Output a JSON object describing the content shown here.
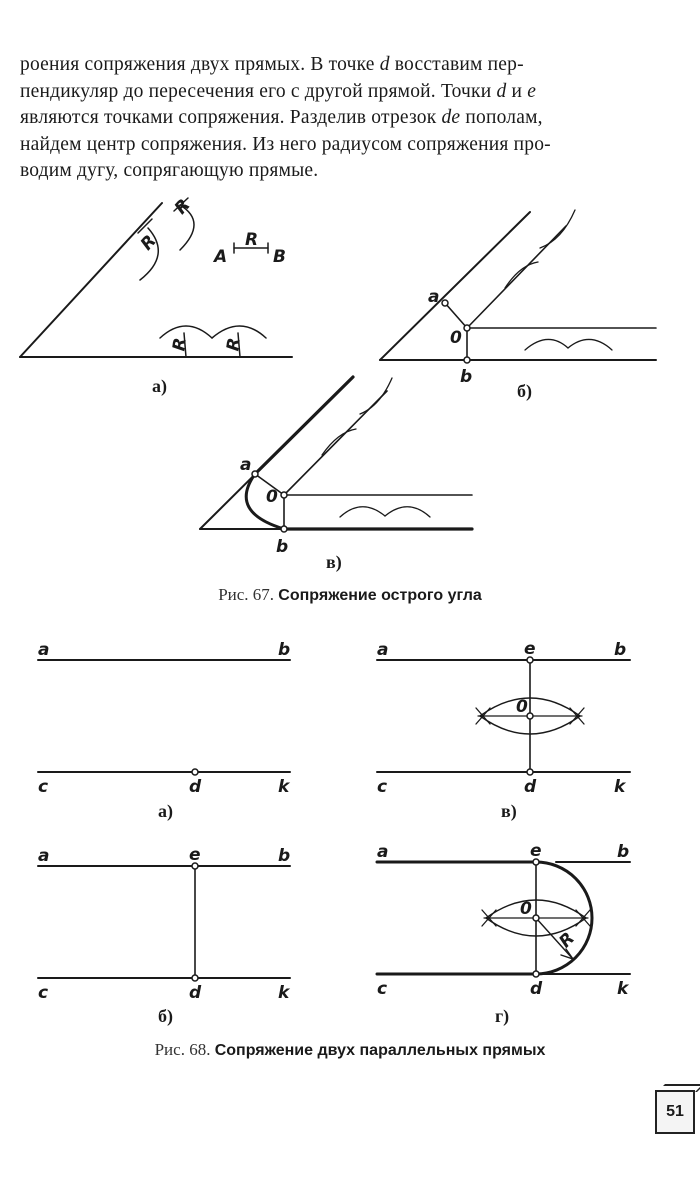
{
  "body_text": {
    "line1": "роения сопряжения двух прямых. В точке",
    "var_d1": "d",
    "line1b": "восставим пер-",
    "line2": "пендикуляр до пересечения его с другой прямой. Точки",
    "var_d2": "d",
    "conj": "и",
    "var_e": "e",
    "line3": "являются точками сопряжения. Разделив отрезок",
    "var_de": "de",
    "line3b": "пополам,",
    "line4": "найдем центр сопряжения. Из него радиусом сопряжения про-",
    "line5": "водим дугу, сопрягающую прямые."
  },
  "fig67": {
    "caption_number": "Рис. 67.",
    "caption_title": "Сопряжение острого угла",
    "sub_a": "а)",
    "sub_b": "б)",
    "sub_v": "в)",
    "label_R": "R",
    "label_A": "A",
    "label_B": "B",
    "point_a": "a",
    "point_o": "0",
    "point_b": "b"
  },
  "fig68": {
    "caption_number": "Рис. 68.",
    "caption_title": "Сопряжение двух параллельных прямых",
    "sub_a": "а)",
    "sub_b": "б)",
    "sub_v": "в)",
    "sub_g": "г)",
    "label_a": "a",
    "label_b": "b",
    "label_c": "c",
    "label_d": "d",
    "label_k": "k",
    "label_e": "e",
    "label_o": "0",
    "label_R": "R"
  },
  "page_number": "51"
}
